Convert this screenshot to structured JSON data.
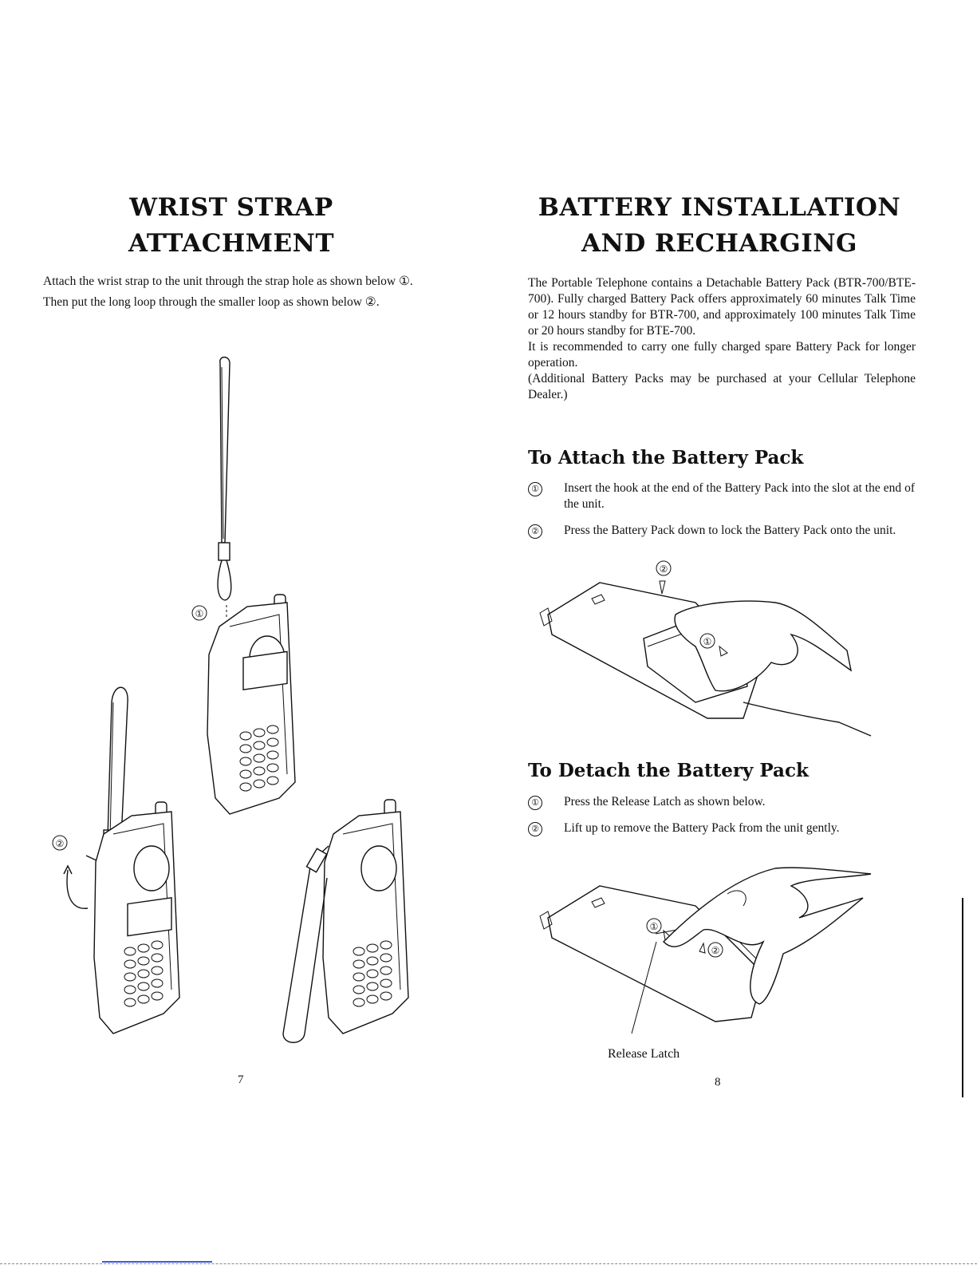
{
  "left": {
    "title_line1": "WRIST STRAP",
    "title_line2": "ATTACHMENT",
    "para1": "Attach the wrist strap to the unit through the strap hole as shown below ①.",
    "para2": "Then put the long loop through the smaller loop as shown below ②.",
    "figure_label_1": "①",
    "figure_label_2": "②",
    "page_number": "7"
  },
  "right": {
    "title_line1": "BATTERY INSTALLATION",
    "title_line2": "AND RECHARGING",
    "intro1": "The Portable Telephone contains a Detachable Battery Pack (BTR-700/BTE-700). Fully charged Battery Pack offers approximately 60 minutes Talk Time or 12 hours standby for BTR-700, and approximately 100 minutes Talk Time or 20 hours standby for BTE-700.",
    "intro2": "It is recommended to carry one fully charged spare Battery Pack for longer operation.",
    "intro3": "(Additional Battery Packs may be purchased at your Cellular Telephone Dealer.)",
    "attach": {
      "heading": "To Attach the Battery Pack",
      "steps": [
        {
          "num": "①",
          "text": "Insert the hook at the end of the Battery Pack into the slot at the end of the unit."
        },
        {
          "num": "②",
          "text": "Press the Battery Pack down to lock the Battery Pack onto the unit."
        }
      ],
      "figure_label_1": "①",
      "figure_label_2": "②"
    },
    "detach": {
      "heading": "To Detach the Battery Pack",
      "steps": [
        {
          "num": "①",
          "text": "Press the Release Latch as shown below."
        },
        {
          "num": "②",
          "text": "Lift up to remove the Battery Pack from the unit gently."
        }
      ],
      "figure_label_1": "①",
      "figure_label_2": "②",
      "caption": "Release Latch"
    },
    "page_number": "8"
  }
}
